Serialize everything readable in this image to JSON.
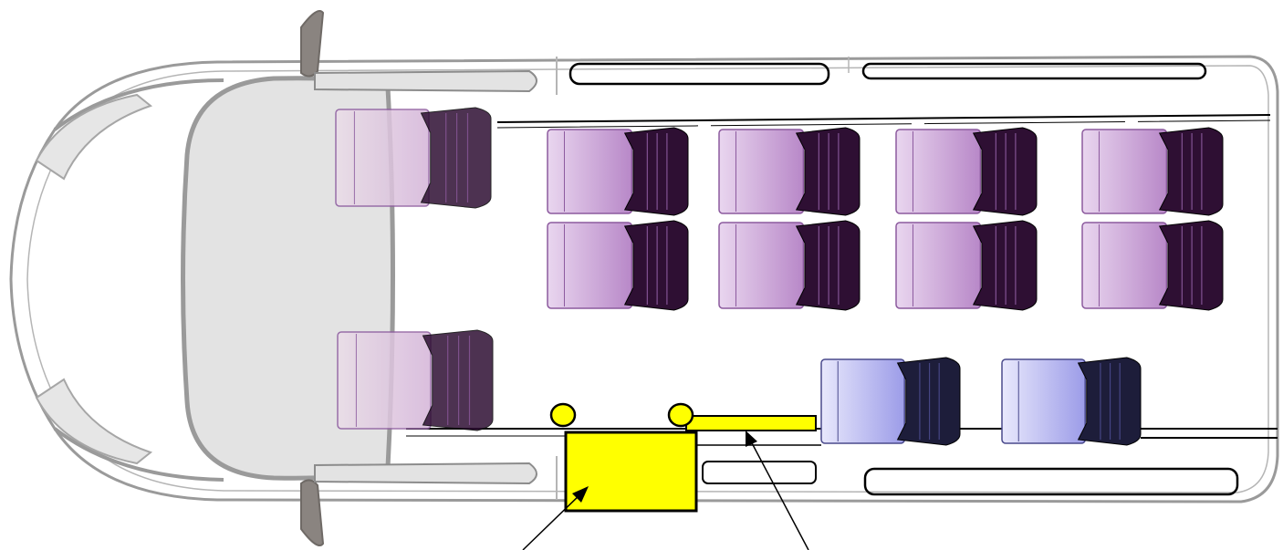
{
  "diagram": {
    "colors": {
      "background": "#ffffff",
      "body_outline": "#8c8c8c",
      "windshield_fill": "#d9d9d9",
      "windshield_stroke": "#9a9a9a",
      "mirror_fill": "#8a8480",
      "seat_light": "#c9a2d6",
      "seat_mid": "#8c5a9e",
      "seat_dark": "#2e0f33",
      "seat_light_blue": "#c4c4f2",
      "seat_dark_blue": "#1d1d3a",
      "lift_fill": "#ffff00",
      "outline": "#000000"
    },
    "seat_groups": [
      {
        "name": "driver-seat",
        "style": "purple-faded"
      },
      {
        "name": "front-passenger-seat",
        "style": "purple-faded"
      },
      {
        "name": "row-1-seats",
        "style": "purple",
        "count": 2
      },
      {
        "name": "row-2-seats",
        "style": "purple",
        "count": 2
      },
      {
        "name": "row-3-seats",
        "style": "purple",
        "count": 2
      },
      {
        "name": "row-4-seats",
        "style": "purple",
        "count": 2
      },
      {
        "name": "rear-right-seats",
        "style": "blue",
        "count": 2
      }
    ],
    "lift": {
      "platform": "yellow-square",
      "ramp": "yellow-bar",
      "posts": 2
    },
    "callout_arrows": 2
  }
}
